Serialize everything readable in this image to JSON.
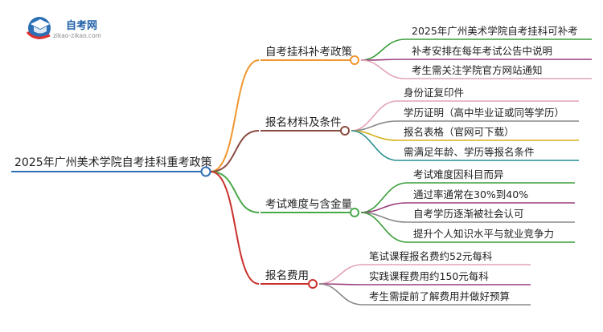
{
  "logo": {
    "title": "自考网",
    "url": "zikao-zikao.com"
  },
  "colors": {
    "root": "#2f6fb3",
    "branch_1": "#f0962e",
    "branch_2": "#8a4a3f",
    "branch_3": "#49a84a",
    "branch_4": "#c9302c",
    "leaf_1": "#3a9d3a",
    "leaf_2": "#9b3e7e",
    "leaf_3": "#e1a3b8",
    "leaf_4": "#8a8a8a",
    "leaf_5": "#d4b21a",
    "leaf_6": "#2a8f8f"
  },
  "mindmap": {
    "root": "2025年广州美术学院自考挂科重考政策",
    "branches": [
      {
        "label": "自考挂科补考政策",
        "items": [
          "2025年广州美术学院自考挂科可补考",
          "补考安排在每年考试公告中说明",
          "考生需关注学院官方网站通知"
        ]
      },
      {
        "label": "报名材料及条件",
        "items": [
          "身份证复印件",
          "学历证明（高中毕业证或同等学历）",
          "报名表格（官网可下载）",
          "需满足年龄、学历等报名条件"
        ]
      },
      {
        "label": "考试难度与含金量",
        "items": [
          "考试难度因科目而异",
          "通过率通常在30%到40%",
          "自考学历逐渐被社会认可",
          "提升个人知识水平与就业竞争力"
        ]
      },
      {
        "label": "报名费用",
        "items": [
          "笔试课程报名费约52元每科",
          "实践课程费用约150元每科",
          "考生需提前了解费用并做好预算"
        ]
      }
    ]
  }
}
